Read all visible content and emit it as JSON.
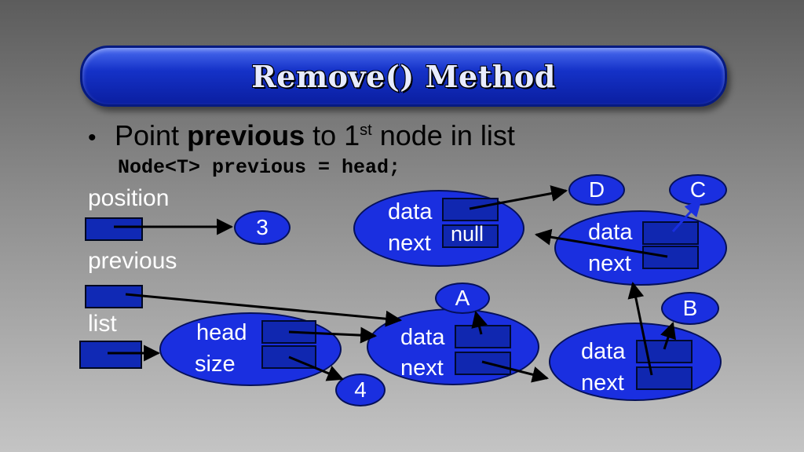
{
  "title": "Remove() Method",
  "bullet": {
    "prefix": "Point ",
    "bold": "previous",
    "middle": " to 1",
    "sup": "st",
    "suffix": " node in list"
  },
  "code": "Node<T> previous = head;",
  "variables": {
    "position": "position",
    "previous": "previous",
    "list": "list"
  },
  "list_object": {
    "head": "head",
    "size": "size",
    "size_value": "4"
  },
  "position_value": "3",
  "node_fields": {
    "data": "data",
    "next": "next",
    "null": "null"
  },
  "labels": {
    "a": "A",
    "b": "B",
    "c": "C",
    "d": "D"
  },
  "colors": {
    "background_top": "#5c5c5c",
    "node_fill": "#1a2fe0",
    "slot_fill": "#1027b0",
    "title_text": "#e8ecff",
    "arrow": "#000000",
    "arrow_blue": "#1a2fe0"
  }
}
